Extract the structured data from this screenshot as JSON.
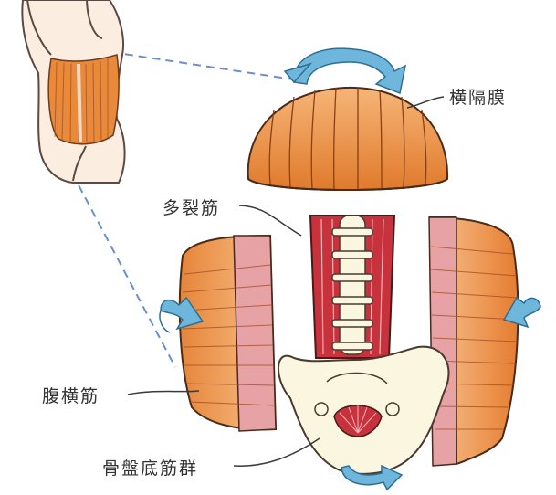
{
  "labels": {
    "diaphragm": "横隔膜",
    "multifidus": "多裂筋",
    "transversus_abdominis": "腹横筋",
    "pelvic_floor": "骨盤底筋群"
  },
  "colors": {
    "muscle_orange": "#e88a3a",
    "muscle_light": "#f4b77a",
    "muscle_pink": "#e7a2a6",
    "multifidus_red": "#c8323c",
    "arrow_blue": "#6fb6dc",
    "bone": "#fbf6df",
    "skin": "#fbeee1",
    "guide_line": "#6b8fc9"
  },
  "icons": [
    "rotation-arrow-icon",
    "inward-arrow-icon"
  ]
}
